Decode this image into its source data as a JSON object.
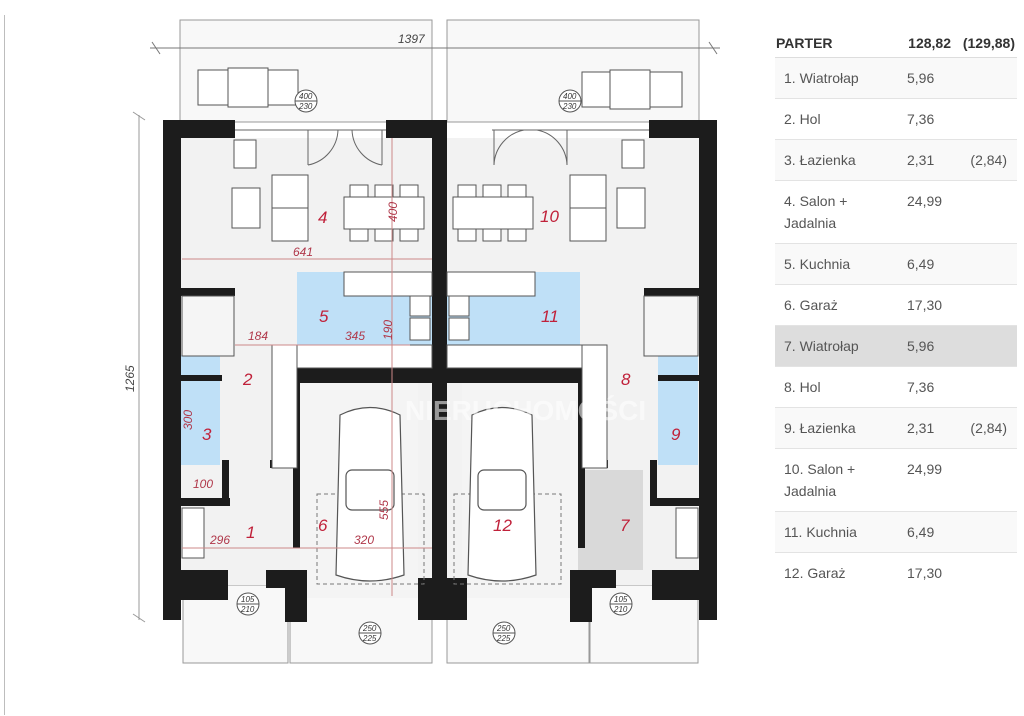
{
  "plan": {
    "title": "Floor plan - parter (ground floor), twin house",
    "dimensions": {
      "total_width": "1397",
      "total_depth": "1265",
      "living_width": "641",
      "living_depth": "400",
      "hall_width": "184",
      "kitchen_width": "345",
      "kitchen_depth": "190",
      "bath_height": "300",
      "bath_small": "100",
      "vestibule_width": "296",
      "garage_width": "320",
      "garage_depth": "555"
    },
    "window_tags": {
      "terrace_left": {
        "w": "400",
        "h": "230"
      },
      "terrace_right": {
        "w": "400",
        "h": "230"
      },
      "entry_left": {
        "w": "105",
        "h": "210"
      },
      "entry_right": {
        "w": "105",
        "h": "210"
      },
      "garage_left": {
        "w": "250",
        "h": "225"
      },
      "garage_right": {
        "w": "250",
        "h": "225"
      }
    },
    "room_labels": [
      "1",
      "2",
      "3",
      "4",
      "5",
      "6",
      "7",
      "8",
      "9",
      "10",
      "11",
      "12"
    ],
    "watermark": "NIERUCHOMOŚCI"
  },
  "table": {
    "header": {
      "label": "PARTER",
      "area": "128,82",
      "area_alt": "(129,88)"
    },
    "rows": [
      {
        "name": "1. Wiatrołap",
        "area": "5,96",
        "alt": ""
      },
      {
        "name": "2. Hol",
        "area": "7,36",
        "alt": ""
      },
      {
        "name": "3. Łazienka",
        "area": "2,31",
        "alt": "(2,84)"
      },
      {
        "name": "4. Salon + Jadalnia",
        "area": "24,99",
        "alt": ""
      },
      {
        "name": "5. Kuchnia",
        "area": "6,49",
        "alt": ""
      },
      {
        "name": "6. Garaż",
        "area": "17,30",
        "alt": ""
      },
      {
        "name": "7. Wiatrołap",
        "area": "5,96",
        "alt": ""
      },
      {
        "name": "8. Hol",
        "area": "7,36",
        "alt": ""
      },
      {
        "name": "9. Łazienka",
        "area": "2,31",
        "alt": "(2,84)"
      },
      {
        "name": "10. Salon + Jadalnia",
        "area": "24,99",
        "alt": ""
      },
      {
        "name": "11. Kuchnia",
        "area": "6,49",
        "alt": ""
      },
      {
        "name": "12. Garaż",
        "area": "17,30",
        "alt": ""
      }
    ],
    "highlighted_row": 6
  },
  "colors": {
    "wall": "#1c1c1c",
    "floor": "#f2f2f2",
    "wet_room": "#bfe0f7",
    "label_red": "#c0213a",
    "row_highlight": "#dddddd"
  }
}
